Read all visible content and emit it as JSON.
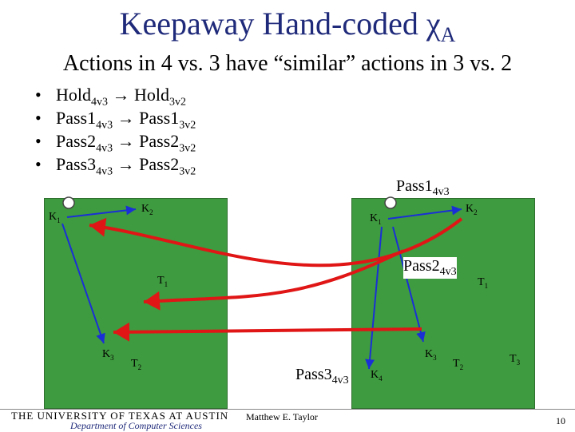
{
  "slide": {
    "title_main": "Keepaway Hand-coded ",
    "title_chi": "χ",
    "title_sub": "A",
    "subtitle": "Actions in 4 vs. 3 have “similar” actions in 3 vs. 2",
    "bullets": [
      {
        "a": "Hold",
        "a_sub": "4v3",
        "arrow": "→",
        "b": "Hold",
        "b_sub": "3v2"
      },
      {
        "a": "Pass1",
        "a_sub": "4v3",
        "arrow": "→",
        "b": "Pass1",
        "b_sub": "3v2"
      },
      {
        "a": "Pass2",
        "a_sub": "4v3",
        "arrow": "→",
        "b": "Pass2",
        "b_sub": "3v2"
      },
      {
        "a": "Pass3",
        "a_sub": "4v3",
        "arrow": "→",
        "b": "Pass2",
        "b_sub": "3v2"
      }
    ]
  },
  "labels": {
    "pass1": {
      "name": "Pass1",
      "sub": "4v3"
    },
    "pass2": {
      "name": "Pass2",
      "sub": "4v3"
    },
    "pass3": {
      "name": "Pass3",
      "sub": "4v3"
    }
  },
  "left_field": {
    "k1": {
      "t": "K",
      "s": "1"
    },
    "k2": {
      "t": "K",
      "s": "2"
    },
    "k3": {
      "t": "K",
      "s": "3"
    },
    "t1": {
      "t": "T",
      "s": "1"
    },
    "t2": {
      "t": "T",
      "s": "2"
    }
  },
  "right_field": {
    "k1": {
      "t": "K",
      "s": "1"
    },
    "k2": {
      "t": "K",
      "s": "2"
    },
    "k3": {
      "t": "K",
      "s": "3"
    },
    "k4": {
      "t": "K",
      "s": "4"
    },
    "t1": {
      "t": "T",
      "s": "1"
    },
    "t2": {
      "t": "T",
      "s": "2"
    },
    "t3": {
      "t": "T",
      "s": "3"
    }
  },
  "footer": {
    "university": "THE UNIVERSITY OF TEXAS AT AUSTIN",
    "department": "Department of Computer Sciences",
    "author": "Matthew E. Taylor",
    "page": "10"
  },
  "colors": {
    "field": "#3f9b3f",
    "pass_arrow": "#1a2fd6",
    "map_arrow": "#e01515",
    "title": "#1f2a7a"
  }
}
